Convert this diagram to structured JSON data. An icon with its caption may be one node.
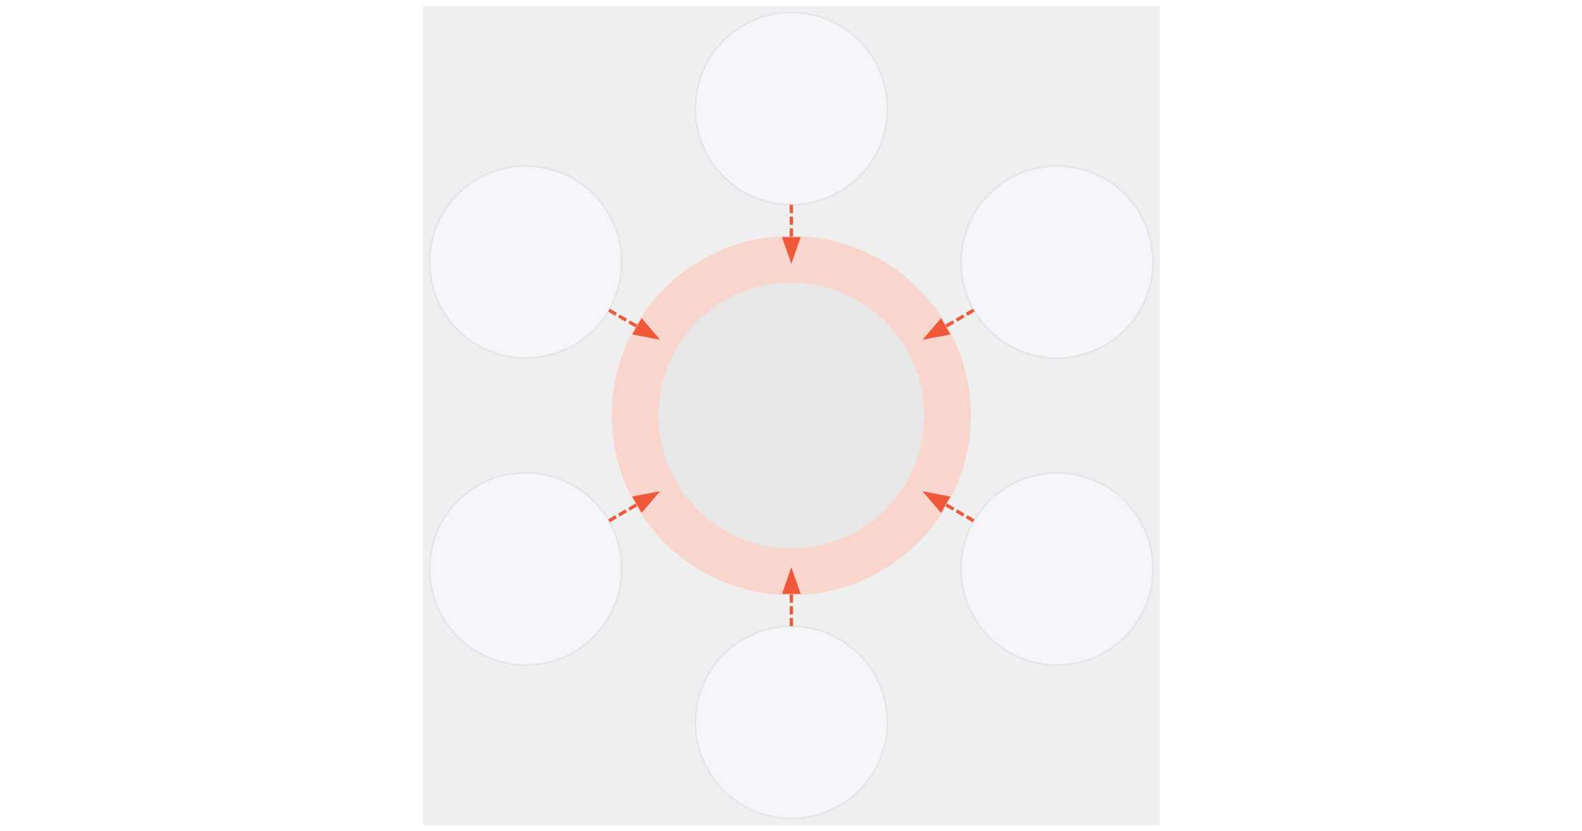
{
  "diagram": {
    "nodes": [
      {
        "text": [],
        "shape": "circle"
      },
      {
        "text": [],
        "shape": "circle"
      },
      {
        "text": [],
        "shape": "circle"
      },
      {
        "text": [],
        "shape": "circle"
      },
      {
        "text": [],
        "shape": "circle"
      },
      {
        "text": [],
        "shape": "circle"
      },
      {
        "text": [],
        "shape": "circle"
      }
    ],
    "edges": [
      {
        "from": 0,
        "to": 3,
        "arrow": "to",
        "style": "dashed"
      },
      {
        "from": 1,
        "to": 3,
        "arrow": "to",
        "style": "dashed"
      },
      {
        "from": 2,
        "to": 3,
        "arrow": "to",
        "style": "dashed"
      },
      {
        "from": 4,
        "to": 3,
        "arrow": "to",
        "style": "dashed"
      },
      {
        "from": 5,
        "to": 3,
        "arrow": "to",
        "style": "dashed"
      },
      {
        "from": 6,
        "to": 3,
        "arrow": "to",
        "style": "dashed"
      }
    ]
  }
}
